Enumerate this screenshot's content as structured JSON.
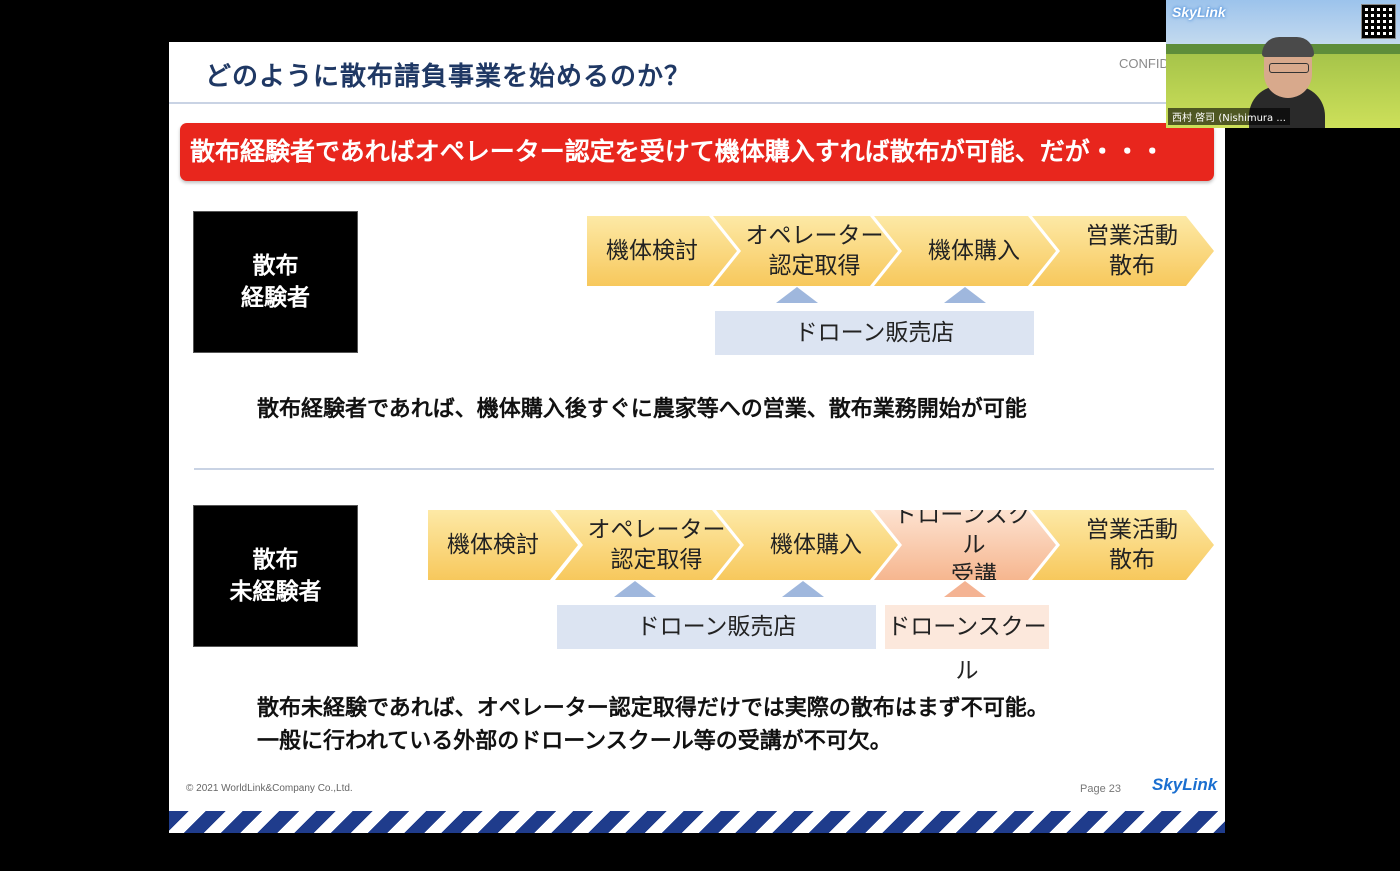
{
  "slide": {
    "title": "どのように散布請負事業を始めるのか？",
    "confidential": "CONFID",
    "banner": "散布経験者であればオペレーター認定を受けて機体購入すれば散布が可能、だが・・・",
    "experienced": {
      "label_line1": "散布",
      "label_line2": "経験者",
      "steps": [
        {
          "line1": "機体検討",
          "line2": ""
        },
        {
          "line1": "オペレーター",
          "line2": "認定取得"
        },
        {
          "line1": "機体購入",
          "line2": ""
        },
        {
          "line1": "営業活動",
          "line2": "散布"
        }
      ],
      "support": "ドローン販売店",
      "description": "散布経験者であれば、機体購入後すぐに農家等への営業、散布業務開始が可能"
    },
    "inexperienced": {
      "label_line1": "散布",
      "label_line2": "未経験者",
      "steps": [
        {
          "line1": "機体検討",
          "line2": ""
        },
        {
          "line1": "オペレーター",
          "line2": "認定取得"
        },
        {
          "line1": "機体購入",
          "line2": ""
        },
        {
          "line1": "ドローンスクール",
          "line2": "受講"
        },
        {
          "line1": "営業活動",
          "line2": "散布"
        }
      ],
      "support_dealer": "ドローン販売店",
      "support_school": "ドローンスクール",
      "description_line1": "散布未経験であれば、オペレーター認定取得だけでは実際の散布はまず不可能。",
      "description_line2": "一般に行われている外部のドローンスクール等の受講が不可欠。"
    },
    "footer": {
      "copyright": "© 2021 WorldLink&Company Co.,Ltd.",
      "page_label": "Page  23",
      "logo": "SkyLink"
    }
  },
  "video": {
    "participant_name": "西村 啓司 (Nishimura ...",
    "logo": "SkyLink"
  },
  "colors": {
    "banner": "#e8261d",
    "title": "#1f3864",
    "chevron_yellow": "#f7c85c",
    "chevron_orange": "#f6b68f",
    "stripe": "#1f3c8c"
  }
}
